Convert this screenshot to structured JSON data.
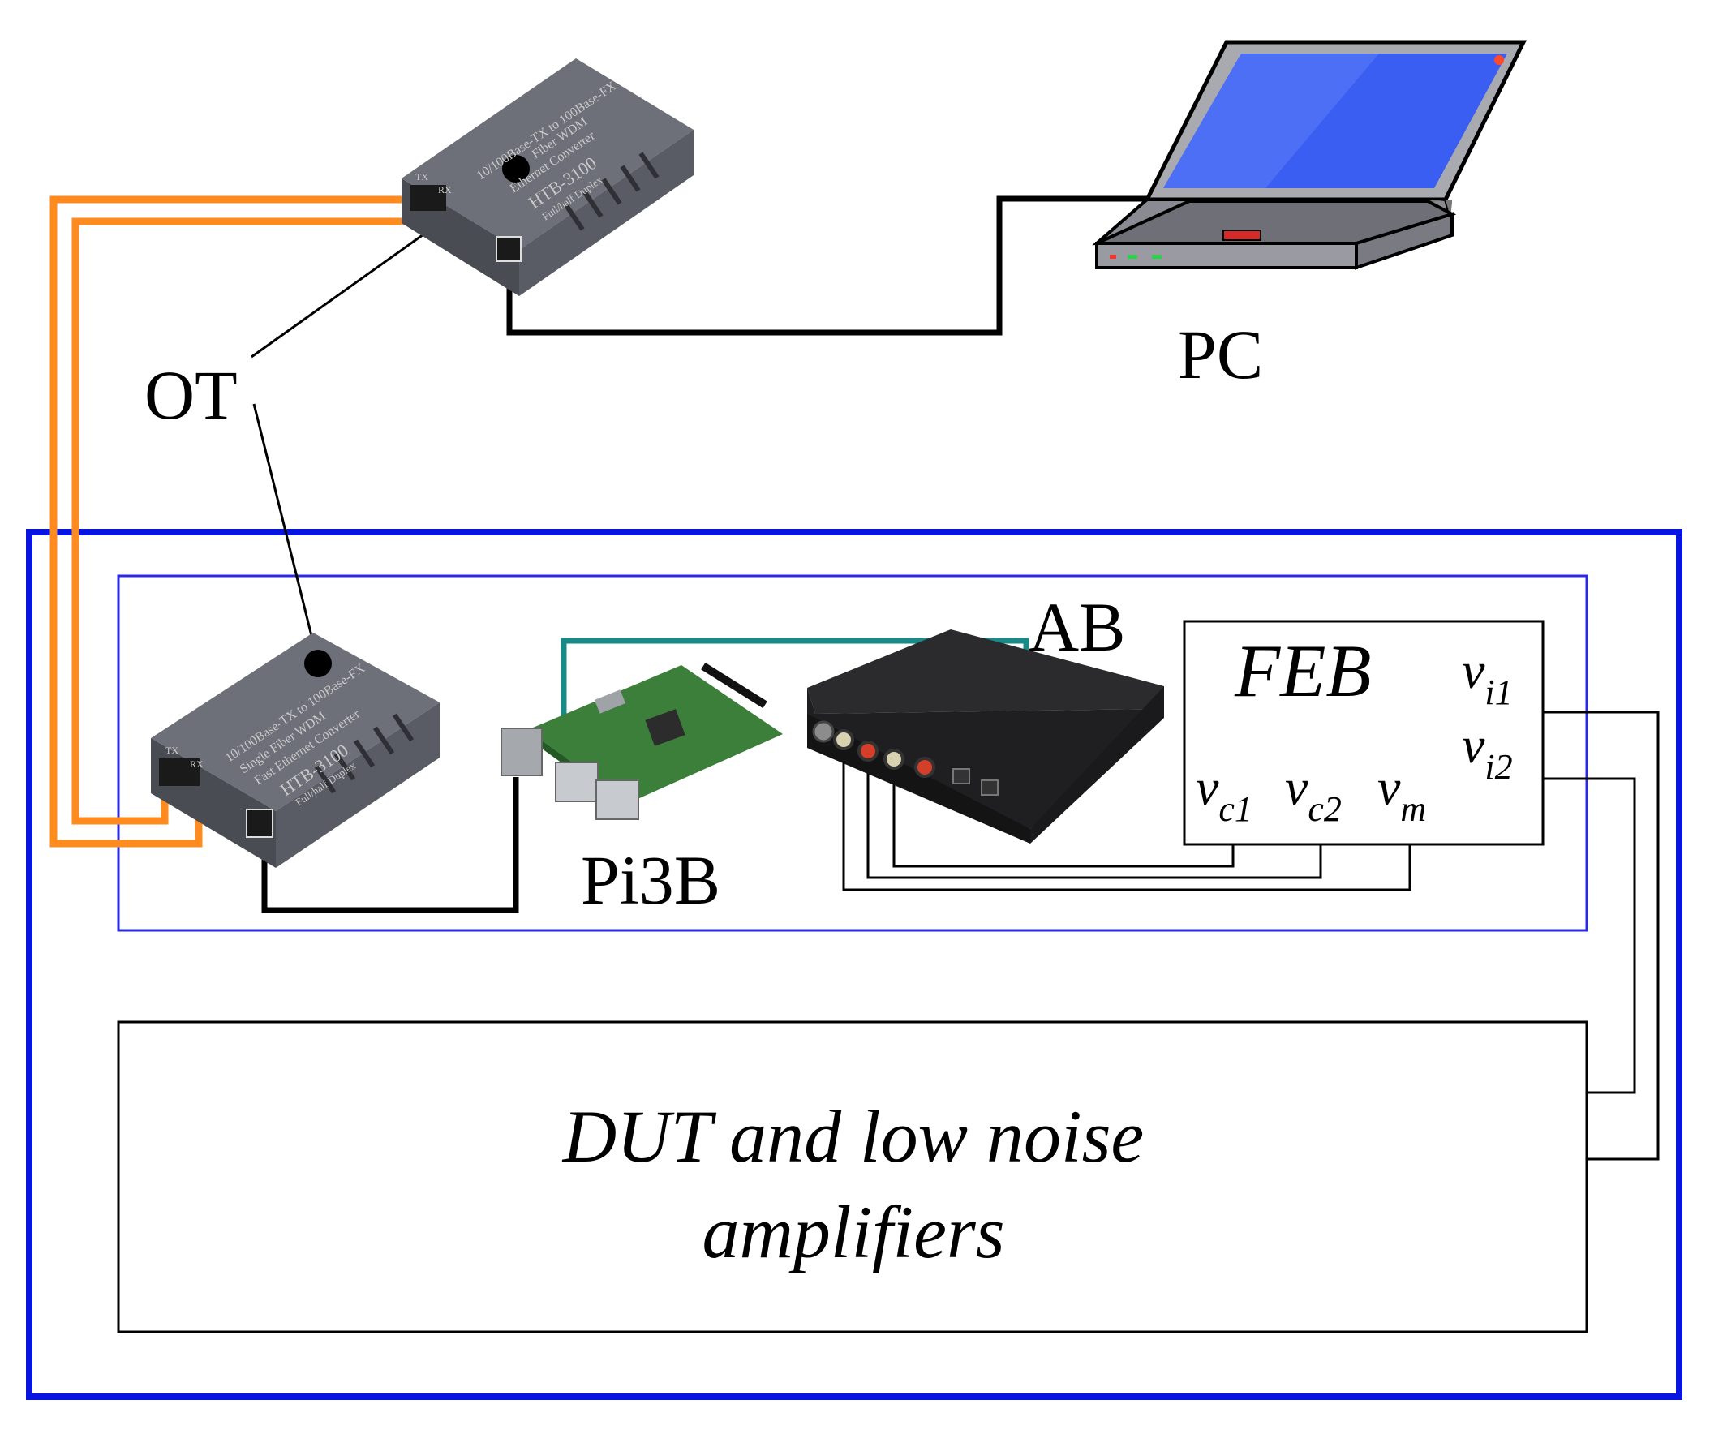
{
  "labels": {
    "ot": "OT",
    "pc": "PC",
    "pi": "Pi3B",
    "ab": "AB",
    "feb": "FEB",
    "dut_line1": "DUT and low noise",
    "dut_line2": "amplifiers"
  },
  "feb_signals": {
    "vi1": {
      "base": "v",
      "sub": "i1"
    },
    "vi2": {
      "base": "v",
      "sub": "i2"
    },
    "vc1": {
      "base": "v",
      "sub": "c1"
    },
    "vc2": {
      "base": "v",
      "sub": "c2"
    },
    "vm": {
      "base": "v",
      "sub": "m"
    }
  },
  "converter_text": {
    "top": [
      "10/100Base-TX to 100Base-FX",
      "Fiber WDM",
      "Ethernet Converter",
      "HTB-3100",
      "Full/half Duplex"
    ],
    "bottom": [
      "10/100Base-TX to 100Base-FX",
      "Single Fiber WDM",
      "Fast Ethernet Converter",
      "HTB-3100",
      "Full/half Duplex"
    ],
    "port_tx": "TX",
    "port_rx": "RX"
  },
  "colors": {
    "fiber": "#ff8a1e",
    "outer_box": "#0a14e0",
    "inner_box": "#2a2ae6",
    "teal_cable": "#1a8a87",
    "converter_body": "#575962",
    "laptop_screen": "#3a5ef2",
    "audio_box": "#1f1f21"
  }
}
